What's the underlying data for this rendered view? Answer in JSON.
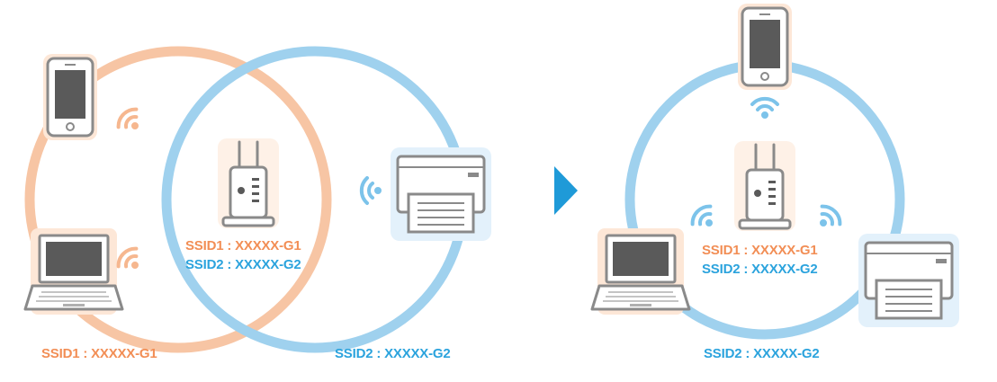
{
  "colors": {
    "orange_ring": "#f7c5a4",
    "blue_ring": "#9fd1ee",
    "orange_text": "#f28e55",
    "blue_text": "#2ba3dd",
    "wifi_orange": "#f6b78f",
    "wifi_blue": "#7cc3ea",
    "arrow": "#1f9ad8",
    "device_frame": "#9a9a9a",
    "device_glow": "#fbe3d2"
  },
  "left_scene": {
    "router": {
      "ssid1_label": "SSID1 : XXXXX-G1",
      "ssid2_label": "SSID2 : XXXXX-G2"
    },
    "orange_network_label": "SSID1 : XXXXX-G1",
    "blue_network_label": "SSID2 : XXXXX-G2",
    "devices": [
      "smartphone-icon",
      "laptop-icon",
      "printer-icon",
      "router-icon"
    ]
  },
  "right_scene": {
    "router": {
      "ssid1_label": "SSID1 : XXXXX-G1",
      "ssid2_label": "SSID2 : XXXXX-G2"
    },
    "network_label": "SSID2 : XXXXX-G2",
    "devices": [
      "smartphone-icon",
      "laptop-icon",
      "printer-icon",
      "router-icon"
    ]
  },
  "arrow_icon": "chevron-right-icon"
}
